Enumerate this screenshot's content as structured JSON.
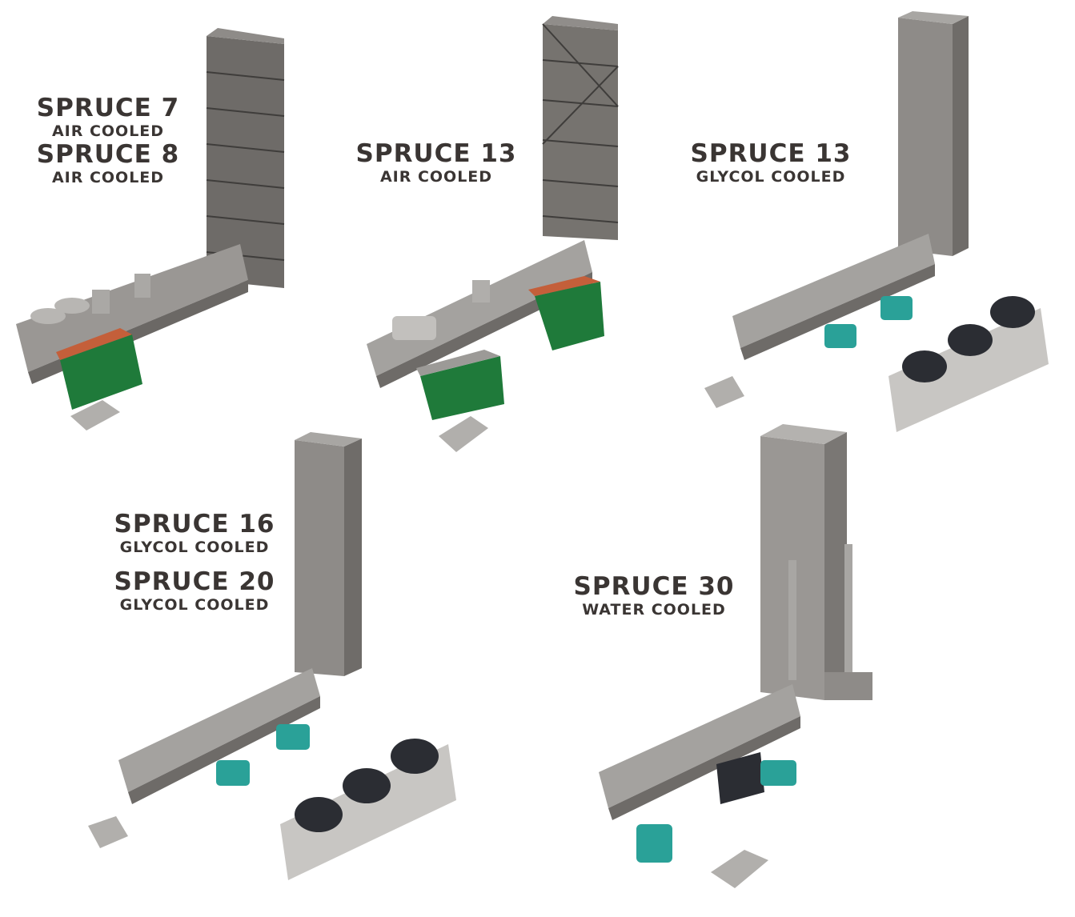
{
  "labels": {
    "spruce7": {
      "name": "SPRUCE 7",
      "cooling": "AIR COOLED"
    },
    "spruce8": {
      "name": "SPRUCE 8",
      "cooling": "AIR COOLED"
    },
    "spruce13_air": {
      "name": "SPRUCE 13",
      "cooling": "AIR COOLED"
    },
    "spruce13_glycol": {
      "name": "SPRUCE 13",
      "cooling": "GLYCOL COOLED"
    },
    "spruce16": {
      "name": "SPRUCE 16",
      "cooling": "GLYCOL COOLED"
    },
    "spruce20": {
      "name": "SPRUCE 20",
      "cooling": "GLYCOL COOLED"
    },
    "spruce30": {
      "name": "SPRUCE 30",
      "cooling": "WATER COOLED"
    }
  },
  "colors": {
    "text": "#3a3533",
    "steel": "#8c8a87",
    "steel_dark": "#5d5a57",
    "green_enclosure": "#1f7a3a",
    "teal_motor": "#2aa198",
    "fan_dark": "#2b2d33"
  }
}
